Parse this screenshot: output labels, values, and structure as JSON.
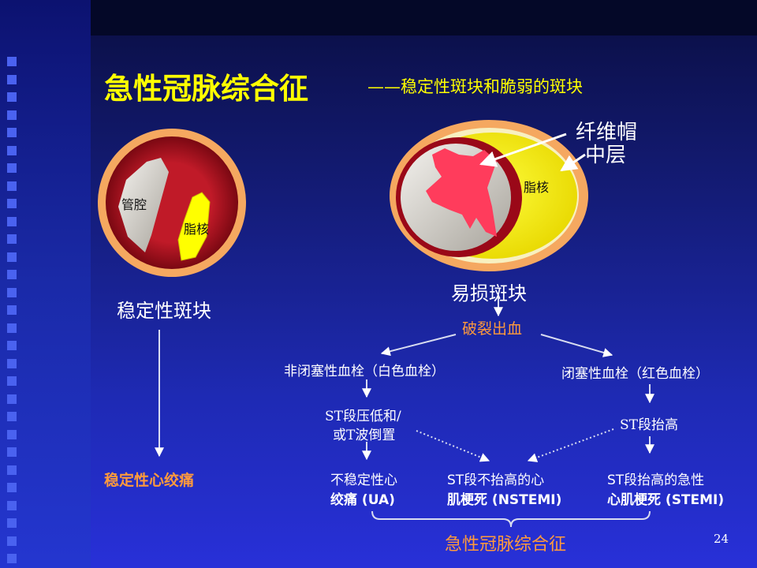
{
  "title": "急性冠脉综合征",
  "subtitle": "——稳定性斑块和脆弱的斑块",
  "stable": {
    "lumen_label": "管腔",
    "lipid_label": "脂核",
    "caption": "稳定性斑块",
    "outcome": "稳定性心绞痛"
  },
  "vulnerable": {
    "fibrous_cap_label": "纤维帽",
    "media_label": "中层",
    "lipid_label": "脂核",
    "caption": "易损斑块"
  },
  "flow": {
    "rupture": "破裂出血",
    "non_occlusive": "非闭塞性血栓（白色血栓）",
    "occlusive": "闭塞性血栓（红色血栓）",
    "st_depression_line1": "ST段压低和/",
    "st_depression_line2": "或T波倒置",
    "st_elevation": "ST段抬高",
    "ua_line1": "不稳定性心",
    "ua_line2": "绞痛 (UA)",
    "nstemi_line1": "ST段不抬高的心",
    "nstemi_line2": "肌梗死 (NSTEMI)",
    "stemi_line1": "ST段抬高的急性",
    "stemi_line2": "心肌梗死 (STEMI)",
    "acs_label": "急性冠脉综合征"
  },
  "page_number": "24",
  "colors": {
    "title": "#ffff00",
    "text": "#ffffff",
    "highlight": "#ff9a3c",
    "vessel_wall": "#b01020",
    "lipid": "#ffff00",
    "adventitia": "#f5a860",
    "lumen": "#e0ddd8"
  }
}
